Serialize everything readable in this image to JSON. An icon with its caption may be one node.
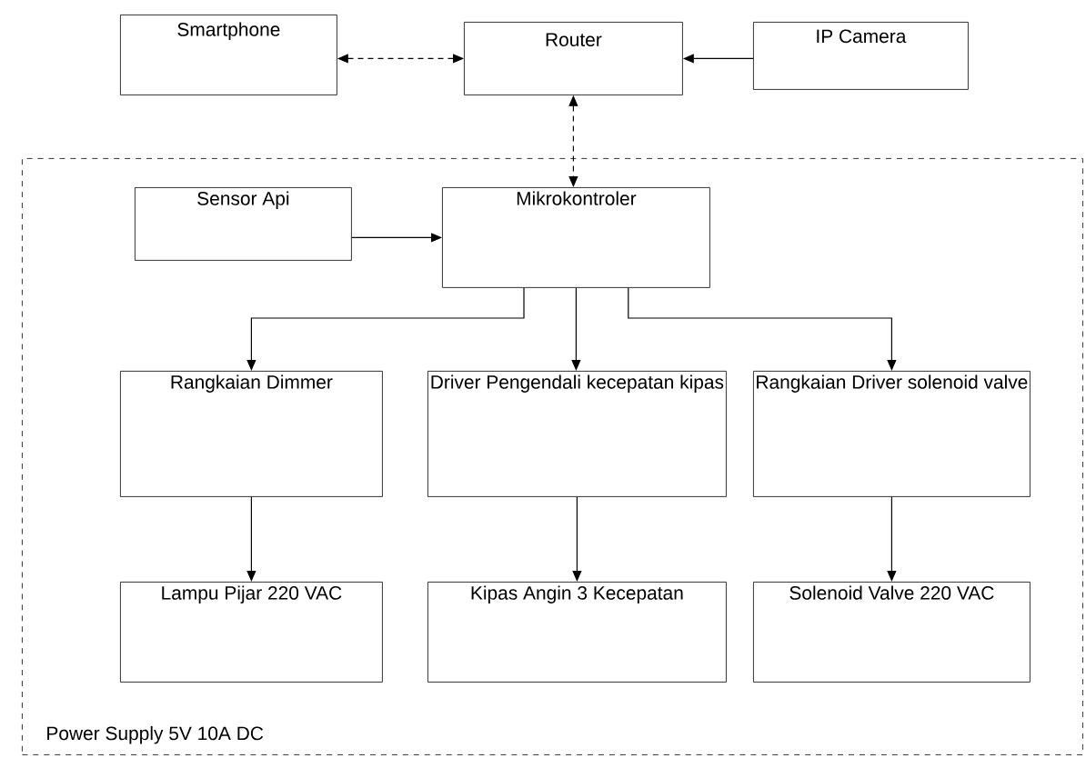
{
  "diagram": {
    "nodes": [
      {
        "text": [
          "Smartphone"
        ]
      },
      {
        "text": [
          "Router"
        ]
      },
      {
        "text": [
          "IP Camera"
        ]
      },
      {
        "text": [
          "Power Supply 5V 10A DC"
        ]
      },
      {
        "text": [
          "Sensor Api"
        ],
        "in": 3
      },
      {
        "text": [
          "Mikrokontroler"
        ],
        "in": 3
      },
      {
        "text": [
          "Rangkaian Dimmer"
        ],
        "in": 3
      },
      {
        "text": [
          "Driver Pengendali kecepatan kipas"
        ],
        "in": 3
      },
      {
        "text": [
          "Rangkaian Driver solenoid valve"
        ],
        "in": 3
      },
      {
        "text": [
          "Lampu Pijar 220 VAC"
        ],
        "in": 3
      },
      {
        "text": [
          "Kipas Angin 3 Kecepatan"
        ],
        "in": 3
      },
      {
        "text": [
          "Solenoid Valve 220 VAC"
        ],
        "in": 3
      }
    ],
    "edges": [
      {
        "from": 0,
        "to": 1,
        "arrow": "both",
        "style": "dashed"
      },
      {
        "from": 2,
        "to": 1,
        "arrow": "to"
      },
      {
        "from": 1,
        "to": 5,
        "arrow": "both",
        "style": "dashed"
      },
      {
        "from": 4,
        "to": 5,
        "arrow": "to"
      },
      {
        "from": 5,
        "to": 6,
        "arrow": "to"
      },
      {
        "from": 5,
        "to": 7,
        "arrow": "to"
      },
      {
        "from": 5,
        "to": 8,
        "arrow": "to"
      },
      {
        "from": 6,
        "to": 9,
        "arrow": "to"
      },
      {
        "from": 7,
        "to": 10,
        "arrow": "to"
      },
      {
        "from": 8,
        "to": 11,
        "arrow": "to"
      }
    ]
  }
}
